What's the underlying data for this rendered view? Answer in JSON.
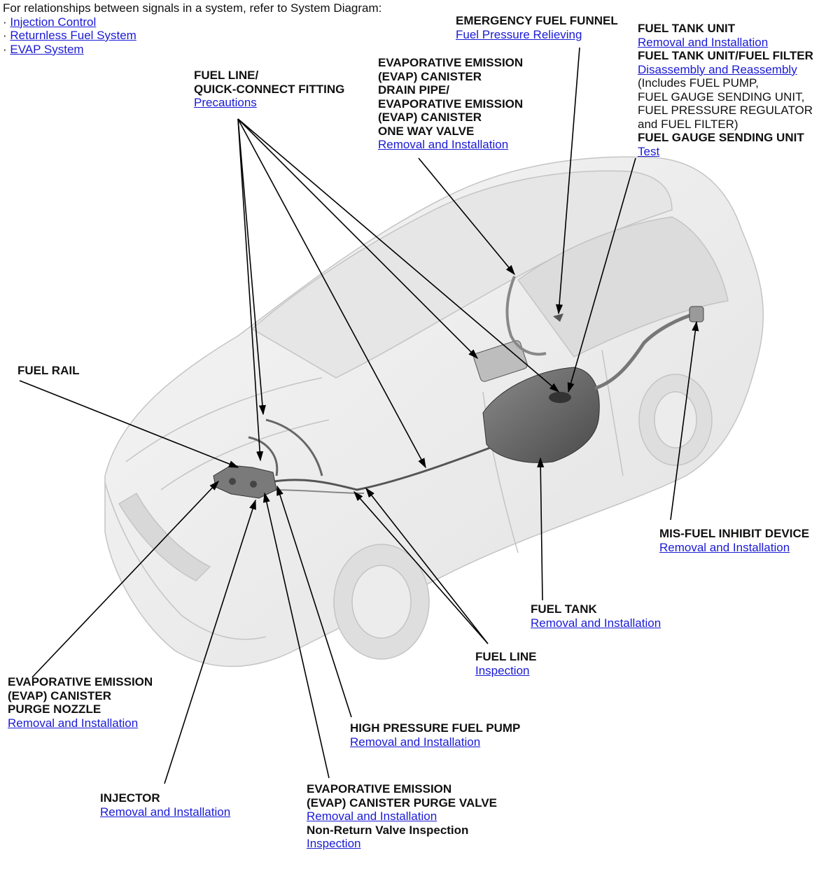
{
  "intro": {
    "text": "For relationships between signals in a system, refer to System Diagram:",
    "links": [
      "Injection Control ",
      "Returnless Fuel System",
      "EVAP System"
    ]
  },
  "callouts": {
    "fuel_line_quick_connect": {
      "title": "FUEL LINE/\nQUICK-CONNECT FITTING",
      "link": "Precautions"
    },
    "evap_canister_drain": {
      "title": "EVAPORATIVE EMISSION\n(EVAP) CANISTER\nDRAIN PIPE/\nEVAPORATIVE EMISSION\n(EVAP) CANISTER\nONE WAY VALVE",
      "link": "Removal and Installation"
    },
    "emergency_funnel": {
      "title": "EMERGENCY FUEL FUNNEL",
      "link": "Fuel Pressure Relieving"
    },
    "fuel_tank_unit": {
      "title1": "FUEL TANK UNIT",
      "link1": "Removal and Installation",
      "title2": "FUEL TANK UNIT/FUEL FILTER",
      "link2": "Disassembly and Reassembly",
      "note": "(Includes FUEL PUMP,\nFUEL GAUGE SENDING UNIT,\nFUEL PRESSURE REGULATOR\nand FUEL FILTER)",
      "title3": "FUEL GAUGE SENDING UNIT",
      "link3": "Test"
    },
    "fuel_rail": {
      "title": "FUEL RAIL"
    },
    "mis_fuel": {
      "title": "MIS-FUEL INHIBIT DEVICE",
      "link": "Removal and Installation"
    },
    "fuel_tank": {
      "title": "FUEL TANK",
      "link": "Removal and Installation"
    },
    "fuel_line": {
      "title": "FUEL LINE",
      "link": "Inspection"
    },
    "purge_nozzle": {
      "title": "EVAPORATIVE EMISSION\n(EVAP) CANISTER\nPURGE NOZZLE",
      "link": "Removal and Installation"
    },
    "hp_pump": {
      "title": "HIGH PRESSURE FUEL PUMP",
      "link": "Removal and Installation"
    },
    "injector": {
      "title": "INJECTOR",
      "link": "Removal and Installation"
    },
    "purge_valve": {
      "title": "EVAPORATIVE EMISSION\n(EVAP) CANISTER PURGE VALVE",
      "link": "Removal and Installation",
      "title2": "Non-Return Valve Inspection",
      "link2": "Inspection"
    }
  },
  "colors": {
    "link": "#1a1ad6",
    "car_body": "#f0f0f0",
    "car_shade": "#d4d4d4",
    "tank": "#5f5f5f"
  }
}
